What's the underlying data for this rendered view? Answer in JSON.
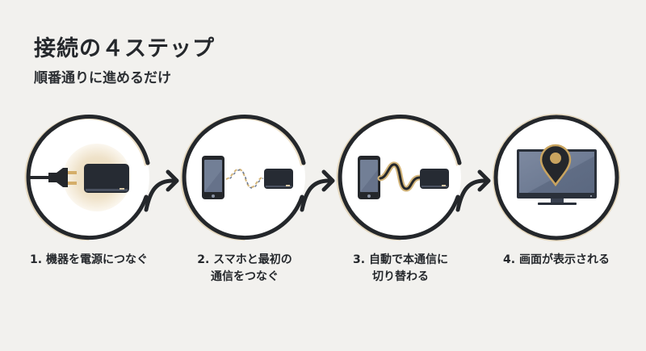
{
  "header": {
    "title": "接続の４ステップ",
    "subtitle": "順番通りに進めるだけ"
  },
  "steps": [
    {
      "number": "1.",
      "label_line1": "1. 機器を電源につなぐ",
      "label_line2": "",
      "icon": "plug-and-device-icon"
    },
    {
      "number": "2.",
      "label_line1": "2. スマホと最初の",
      "label_line2": "通信をつなぐ",
      "icon": "phone-wireless-device-icon"
    },
    {
      "number": "3.",
      "label_line1": "3. 自動で本通信に",
      "label_line2": "切り替わる",
      "icon": "phone-wired-device-icon"
    },
    {
      "number": "4.",
      "label_line1": "4. 画面が表示される",
      "label_line2": "",
      "icon": "monitor-location-pin-icon"
    }
  ],
  "colors": {
    "background": "#f2f1ee",
    "dark": "#24272b",
    "accent_gold": "#c9a45f",
    "screen_blue": "#6b7890",
    "circle_fill": "#ffffff"
  }
}
